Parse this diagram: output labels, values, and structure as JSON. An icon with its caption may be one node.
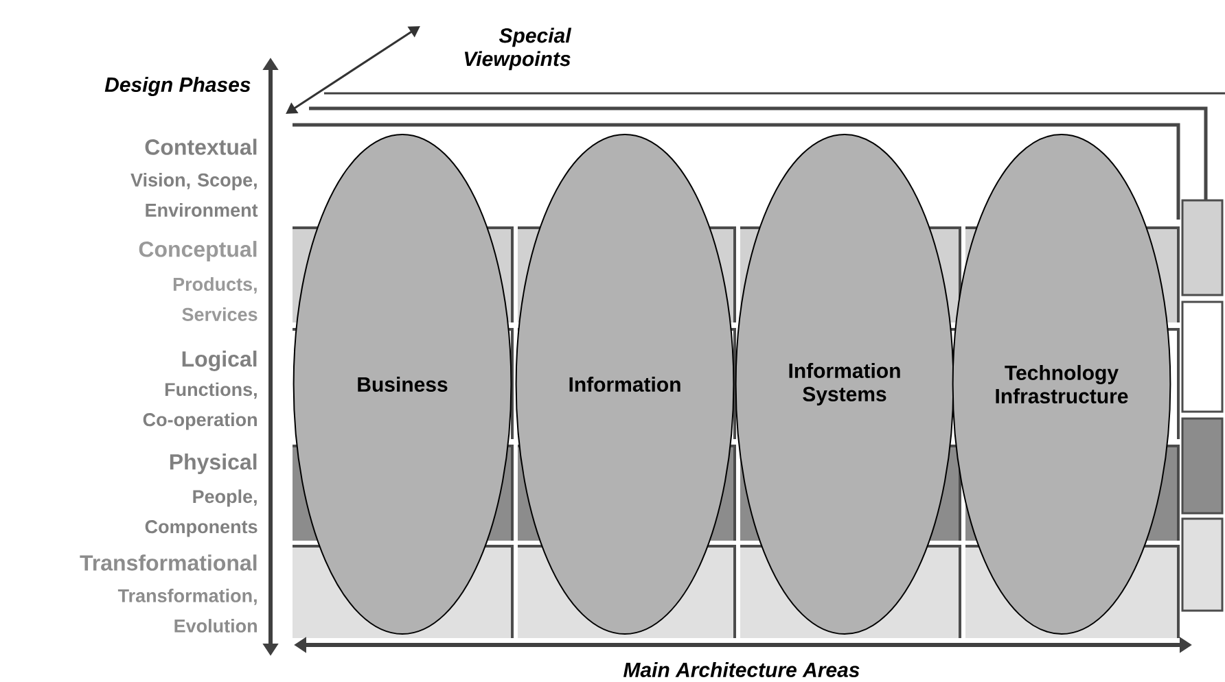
{
  "diagram": {
    "nodes": [
      {
        "text": [
          "Business"
        ]
      },
      {
        "text": [
          "Information"
        ]
      },
      {
        "text": [
          "Information Systems"
        ]
      },
      {
        "text": [
          "Technology Infrastructure"
        ]
      }
    ],
    "labels": [
      "Special Viewpoints",
      "Design Phases",
      "Contextual",
      "Vision, Scope, Environment",
      "Conceptual",
      "Products, Services",
      "Logical",
      "Functions, Co-operation",
      "Physical",
      "People, Components",
      "Transformational",
      "Transformation, Evolution",
      "Main Architecture Areas"
    ]
  }
}
